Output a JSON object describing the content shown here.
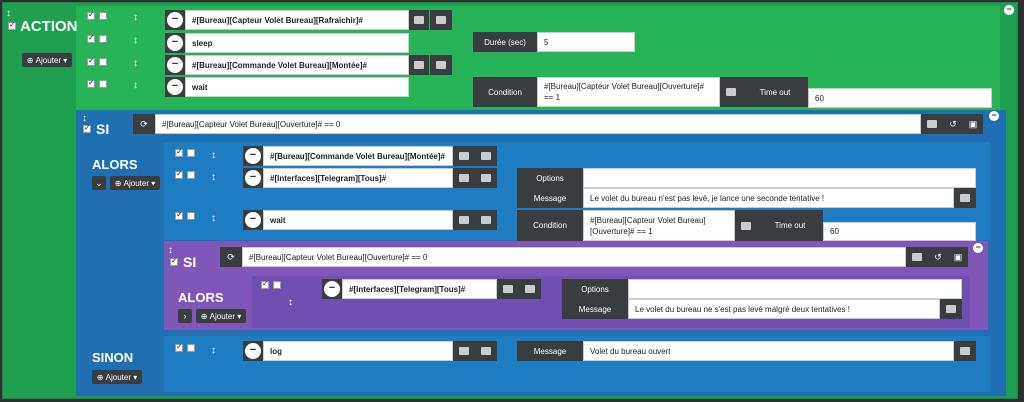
{
  "action": {
    "title": "ACTION",
    "ajouter": "Ajouter"
  },
  "rows": [
    {
      "cmd": "#[Bureau][Capteur Volet Bureau][Rafraichir]#"
    },
    {
      "cmd": "sleep",
      "label": "Durée (sec)",
      "value": "5"
    },
    {
      "cmd": "#[Bureau][Commande Volet Bureau][Montée]#"
    },
    {
      "cmd": "wait",
      "cond_label": "Condition",
      "cond_value": "#[Bureau][Capteur Volet Bureau][Ouverture]# == 1",
      "timeout_label": "Time out",
      "timeout_value": "60"
    }
  ],
  "si1": {
    "title": "SI",
    "expr": "#[Bureau][Capteur Volet Bureau][Ouverture]# == 0"
  },
  "alors1": {
    "title": "ALORS",
    "ajouter": "Ajouter",
    "rows": [
      {
        "cmd": "#[Bureau][Commande Volet Bureau][Montée]#"
      },
      {
        "cmd": "#[Interfaces][Telegram][Tous]#",
        "opt_label": "Options",
        "msg_label": "Message",
        "msg_value": "Le volet du bureau n'est pas levé, je lance une seconde tentative !"
      },
      {
        "cmd": "wait",
        "cond_label": "Condition",
        "cond_value": "#[Bureau][Capteur Volet Bureau][Ouverture]# == 1",
        "timeout_label": "Time out",
        "timeout_value": "60"
      }
    ]
  },
  "si2": {
    "title": "SI",
    "expr": "#[Bureau][Capteur Volet Bureau][Ouverture]# == 0"
  },
  "alors2": {
    "title": "ALORS",
    "ajouter": "Ajouter",
    "row": {
      "cmd": "#[Interfaces][Telegram][Tous]#",
      "opt_label": "Options",
      "msg_label": "Message",
      "msg_value": "Le volet du bureau ne s'est pas levé malgré deux tentatives !"
    }
  },
  "sinon": {
    "title": "SINON",
    "ajouter": "Ajouter",
    "row": {
      "cmd": "log",
      "msg_label": "Message",
      "msg_value": "Volet du bureau ouvert"
    }
  }
}
